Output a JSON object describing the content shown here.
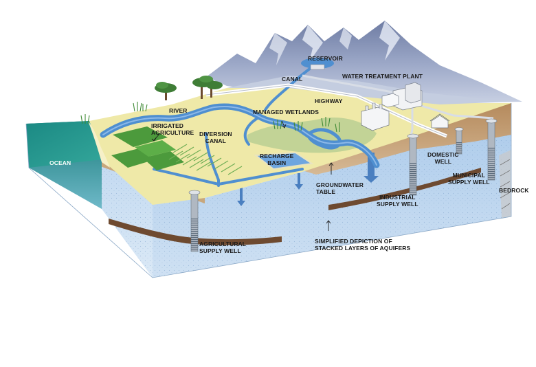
{
  "labels": {
    "reservoir": "RESERVOIR",
    "canal": "CANAL",
    "water_treatment_plant": "WATER TREATMENT PLANT",
    "highway": "HIGHWAY",
    "river": "RIVER",
    "managed_wetlands": "MANAGED WETLANDS",
    "irrigated_agriculture": [
      "IRRIGATED",
      "AGRICULTURE"
    ],
    "diversion_canal": [
      "DIVERSION",
      "CANAL"
    ],
    "ocean": "OCEAN",
    "recharge_basin": [
      "RECHARGE",
      "BASIN"
    ],
    "groundwater_table": [
      "GROUNDWATER",
      "TABLE"
    ],
    "domestic_well": [
      "DOMESTIC",
      "WELL"
    ],
    "municipal_supply_well": [
      "MUNICIPAL",
      "SUPPLY WELL"
    ],
    "bedrock": "BEDROCK",
    "industrial_supply_well": [
      "INDUSTRIAL",
      "SUPPLY WELL"
    ],
    "agricultural_supply_well": [
      "AGRICULTURAL",
      "SUPPLY WELL"
    ],
    "aquifer_note": [
      "SIMPLIFIED DEPICTION OF",
      "STACKED LAYERS OF AQUIFERS"
    ]
  },
  "colors": {
    "ocean": "#1f8f86",
    "land": "#efe9a8",
    "water": "#4f8fd0",
    "aquifer": "#b9d4ee",
    "soil": "#a07a52",
    "clay_layer": "#6e4a30",
    "mountain": "#8b97b8",
    "vegetation": "#4c9a3c"
  }
}
